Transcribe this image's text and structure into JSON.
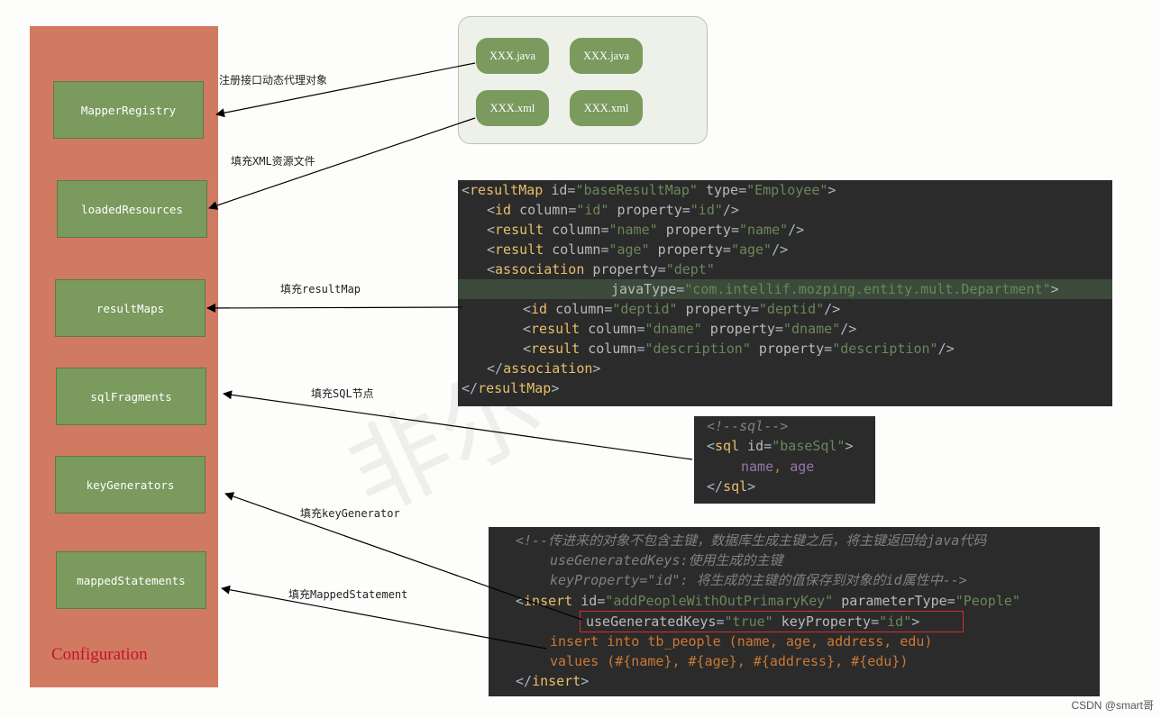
{
  "configuration": {
    "title": "Configuration",
    "nodes": [
      "MapperRegistry",
      "loadedResources",
      "resultMaps",
      "sqlFragments",
      "keyGenerators",
      "mappedStatements"
    ]
  },
  "files": [
    "XXX.java",
    "XXX.java",
    "XXX.xml",
    "XXX.xml"
  ],
  "edge_labels": {
    "mapper_registry": "注册接口动态代理对象",
    "loaded_resources": "填充XML资源文件",
    "result_maps": "填充resultMap",
    "sql_fragments": "填充SQL节点",
    "key_generators": "填充keyGenerator",
    "mapped_statements": "填充MappedStatement"
  },
  "code_resultmap": {
    "l1": {
      "tag": "resultMap",
      "a1": "id",
      "v1": "\"baseResultMap\"",
      "a2": "type",
      "v2": "\"Employee\""
    },
    "l2": {
      "tag": "id",
      "a1": "column",
      "v1": "\"id\"",
      "a2": "property",
      "v2": "\"id\""
    },
    "l3": {
      "tag": "result",
      "a1": "column",
      "v1": "\"name\"",
      "a2": "property",
      "v2": "\"name\""
    },
    "l4": {
      "tag": "result",
      "a1": "column",
      "v1": "\"age\"",
      "a2": "property",
      "v2": "\"age\""
    },
    "l5": {
      "tag": "association",
      "a1": "property",
      "v1": "\"dept\""
    },
    "l6": {
      "a1": "javaType",
      "v1": "\"com.intellif.mozping.entity.mult.Department\""
    },
    "l7": {
      "tag": "id",
      "a1": "column",
      "v1": "\"deptid\"",
      "a2": "property",
      "v2": "\"deptid\""
    },
    "l8": {
      "tag": "result",
      "a1": "column",
      "v1": "\"dname\"",
      "a2": "property",
      "v2": "\"dname\""
    },
    "l9": {
      "tag": "result",
      "a1": "column",
      "v1": "\"description\"",
      "a2": "property",
      "v2": "\"description\""
    },
    "l10": {
      "tag": "association"
    },
    "l11": {
      "tag": "resultMap"
    }
  },
  "code_sql": {
    "comment": "<!--sql-->",
    "tag": "sql",
    "a1": "id",
    "v1": "\"baseSql\"",
    "body1": "name",
    "body2": "age"
  },
  "code_insert": {
    "c1": "<!--传进来的对象不包含主键，数据库生成主键之后，将主键返回给java代码",
    "c2": "useGeneratedKeys:使用生成的主键",
    "c3": "keyProperty=\"id\": 将生成的主键的值保存到对象的id属性中-->",
    "tag": "insert",
    "a1": "id",
    "v1": "\"addPeopleWithOutPrimaryKey\"",
    "a2": "parameterType",
    "v2": "\"People\"",
    "a3": "useGeneratedKeys",
    "v3": "\"true\"",
    "a4": "keyProperty",
    "v4": "\"id\"",
    "sql1": "insert into tb_people (name, age, address, edu)",
    "sql2": "values (#{name}, #{age}, #{address}, #{edu})"
  },
  "watermark": "非尔",
  "credit": "CSDN @smart哥",
  "colors": {
    "config_panel": "#d07a62",
    "node_fill": "#7a9a5e",
    "code_bg": "#2b2b2b",
    "highlight_box": "#d32f2f"
  }
}
